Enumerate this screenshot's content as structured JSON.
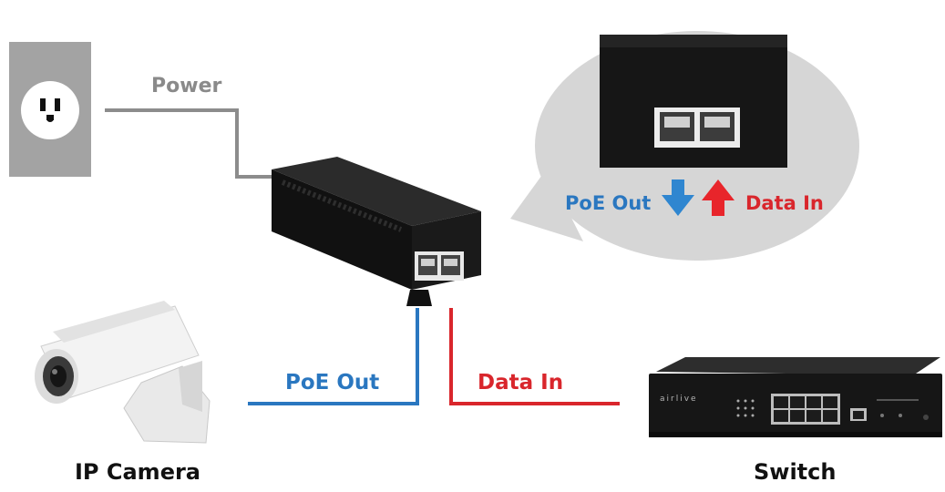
{
  "labels": {
    "power": "Power",
    "poe_out": "PoE Out",
    "data_in": "Data In",
    "ip_camera": "IP Camera",
    "switch": "Switch"
  },
  "switch_brand": "airlive",
  "colors": {
    "power_line": "#8c8c8c",
    "poe_line": "#2a77c0",
    "data_line": "#d9262c",
    "poe_arrow": "#2f86d0",
    "data_arrow": "#e8252b",
    "callout_bg": "#d6d6d6",
    "device_body": "#161616",
    "outlet_plate": "#a3a3a3"
  },
  "icons": {
    "outlet": "wall-outlet-icon",
    "injector": "poe-injector-icon",
    "camera": "ip-camera-icon",
    "switch": "network-switch-icon",
    "down_arrow": "arrow-down-icon",
    "up_arrow": "arrow-up-icon"
  }
}
